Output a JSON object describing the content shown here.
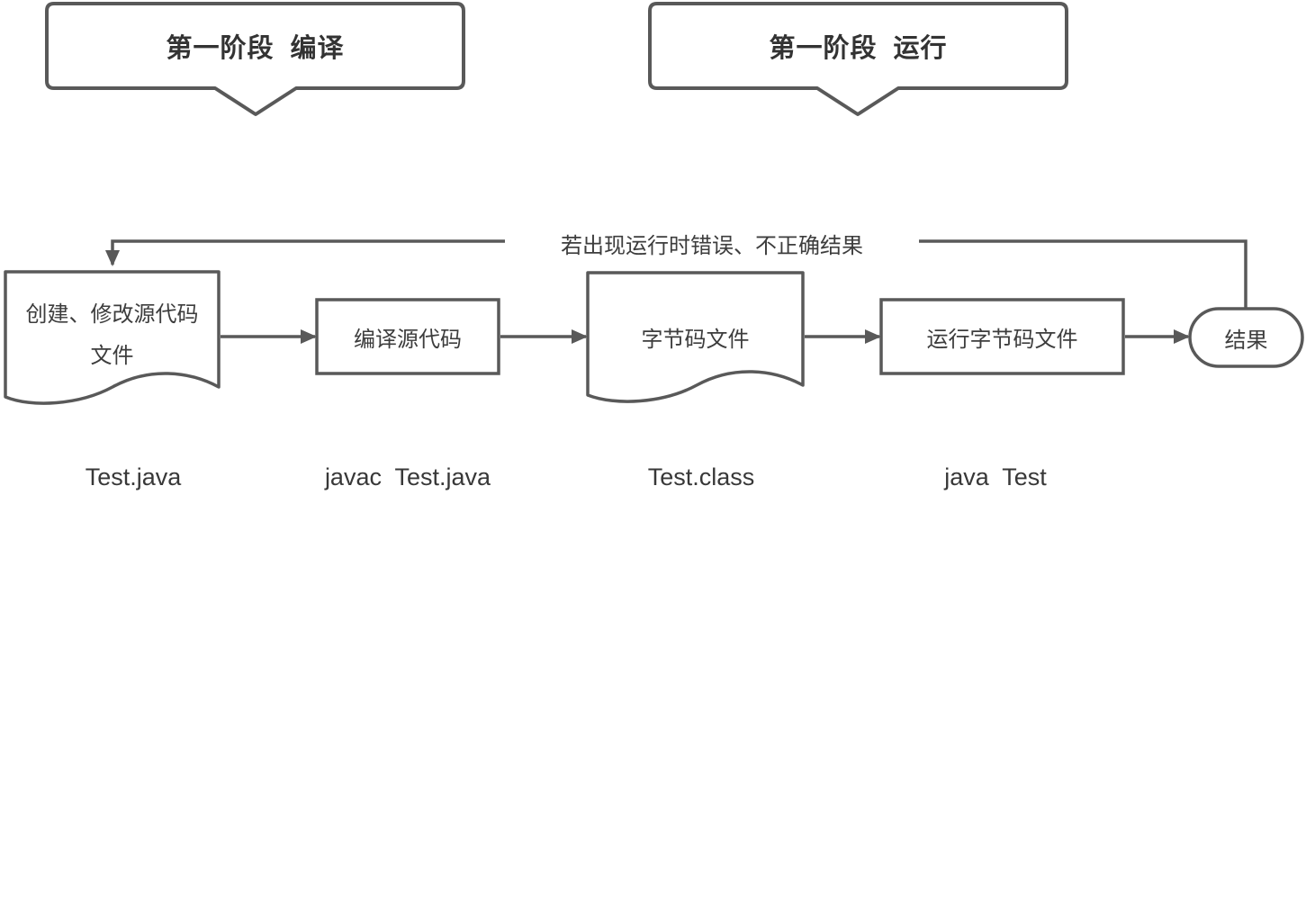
{
  "banners": [
    {
      "label": "第一阶段  编译"
    },
    {
      "label": "第一阶段  运行"
    }
  ],
  "feedback": {
    "label": "若出现运行时错误、不正确结果"
  },
  "nodes": [
    {
      "id": "source-document",
      "type": "document",
      "line1": "创建、修改源代码",
      "line2": "文件"
    },
    {
      "id": "compile-process",
      "type": "process",
      "label": "编译源代码"
    },
    {
      "id": "bytecode-document",
      "type": "document",
      "label": "字节码文件"
    },
    {
      "id": "run-process",
      "type": "process",
      "label": "运行字节码文件"
    },
    {
      "id": "result-terminator",
      "type": "terminator",
      "label": "结果"
    }
  ],
  "captions": [
    "Test.java",
    "javac  Test.java",
    "Test.class",
    "java  Test"
  ],
  "colors": {
    "stroke": "#595959",
    "text": "#3d3d3d",
    "background": "#ffffff"
  }
}
